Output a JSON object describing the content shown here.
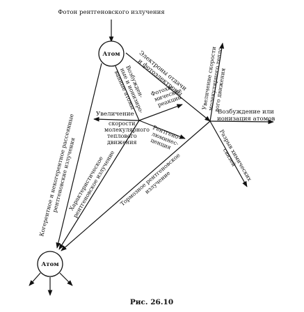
{
  "diagram": {
    "top_photon": "Фотон рентгеновского излучения",
    "atom_top": "Атом",
    "atom_bottom": "Атом",
    "excitation_1": "Возбужден-",
    "excitation_2": "ные и ионизиро-",
    "excitation_3": "ванные атомы",
    "electrons_1": "Электроны отдачи",
    "electrons_2": "и фотоэлектроны",
    "mol_up_1": "Увеличение скорости",
    "mol_up_2": "молекулярного тепло-",
    "mol_up_3": "вого движения",
    "excite_ion_1": "Возбуждение или",
    "excite_ion_2": "ионизация атомов",
    "bond_1": "Разрыв химических",
    "bond_2": "связей",
    "photochem_1": "Фотохи-",
    "photochem_2": "мические",
    "photochem_3": "реакции",
    "increase_label": "Увеличение",
    "speed_1": "скорости",
    "speed_2": "молекулярного",
    "speed_3": "теплового",
    "speed_4": "движения",
    "lumin_1": "Рентгено-",
    "lumin_2": "люминес-",
    "lumin_3": "ценция",
    "coherent_1": "Когерентное и некогерентное рассеянные",
    "coherent_2": "рентгеновские излучения",
    "characteristic_1": "Характеристическое",
    "characteristic_2": "рентгеновское излучение",
    "brems_1": "Тормозное рентгеновское",
    "brems_2": "излучение",
    "caption": "Рис. 26.10"
  }
}
